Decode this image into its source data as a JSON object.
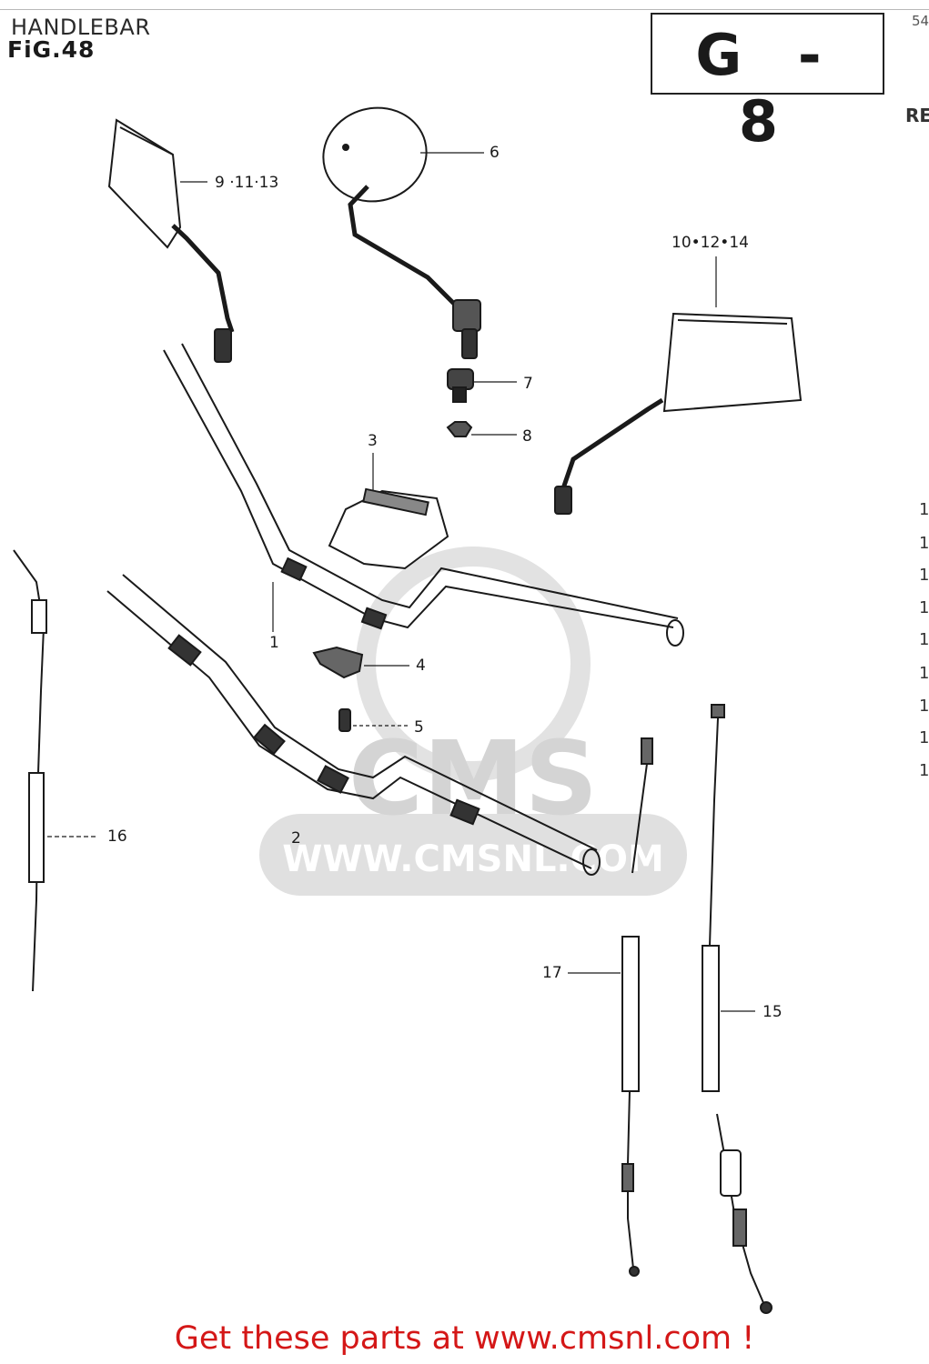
{
  "header": {
    "section_title": "HANDLEBAR",
    "figure_label": "FiG.48",
    "diagram_code": "G - 8",
    "page_number_partial": "54"
  },
  "right_edge": {
    "heading_partial": "RE",
    "row_markers": [
      "1",
      "1",
      "1",
      "1",
      "1",
      "1",
      "1",
      "1",
      "1"
    ]
  },
  "callouts": {
    "p1": "1",
    "p2": "2",
    "p3": "3",
    "p4": "4",
    "p5": "5",
    "p6": "6",
    "p7": "7",
    "p8": "8",
    "p9": "9 ·11·13",
    "p10": "10•12•14",
    "p15": "15",
    "p16": "16",
    "p17": "17"
  },
  "watermark": {
    "brand": "CMS",
    "url": "WWW.CMSNL.COM"
  },
  "footer": {
    "cta": "Get these parts at www.cmsnl.com !"
  },
  "colors": {
    "ink": "#1a1a1a",
    "banner_red": "#d41717",
    "watermark_gray": "#d9d9d9"
  }
}
